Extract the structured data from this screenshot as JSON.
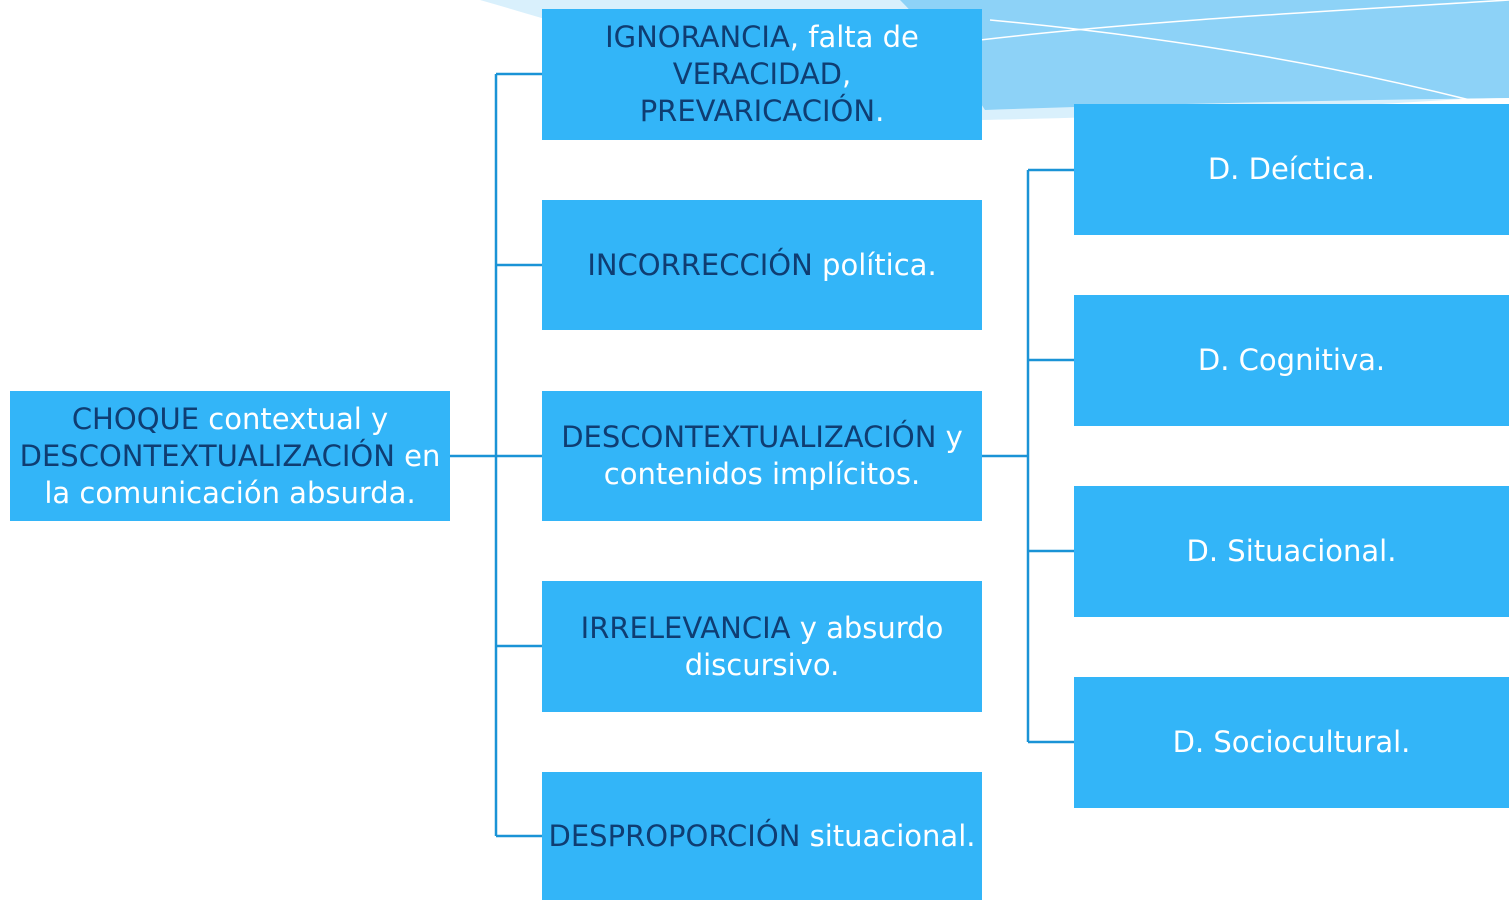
{
  "diagram": {
    "root": {
      "a": "CHOQUE",
      "b": " contextual y ",
      "c": "DESCONTEXTUALIZACIÓN",
      "d": " en la comunicación absurda."
    },
    "children": [
      {
        "a": "IGNORANCIA",
        "b": ", falta de ",
        "c": "VERACIDAD",
        "d": ", ",
        "e": "PREVARICACIÓN",
        "f": "."
      },
      {
        "a": "INCORRECCIÓN",
        "b": " política."
      },
      {
        "a": "DESCONTEXTUALIZACIÓN",
        "b": " y contenidos implícitos."
      },
      {
        "a": "IRRELEVANCIA",
        "b": " y absurdo discursivo."
      },
      {
        "a": "DESPROPORCIÓN",
        "b": " situacional."
      }
    ],
    "sub_children": [
      "D. Deíctica.",
      "D. Cognitiva.",
      "D. Situacional.",
      "D. Sociocultural."
    ]
  },
  "colors": {
    "box_fill": "#33b5f8",
    "dark_text": "#0f3d72",
    "light_text": "#ffffff",
    "connector": "#1a93d6"
  }
}
